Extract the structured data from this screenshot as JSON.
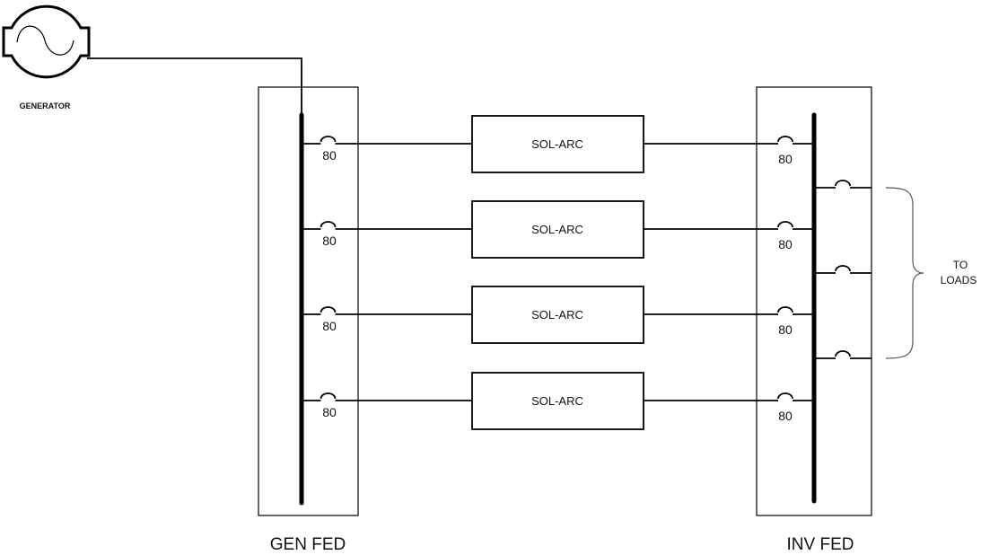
{
  "diagram": {
    "generator": {
      "label": "GENERATOR",
      "icon": "ac-generator-icon"
    },
    "panels": [
      {
        "id": "gen",
        "label": "GEN FED"
      },
      {
        "id": "inv",
        "label": "INV FED"
      }
    ],
    "branches": [
      {
        "device": "SOL-ARC",
        "gen_breaker": "80",
        "inv_breaker": "80"
      },
      {
        "device": "SOL-ARC",
        "gen_breaker": "80",
        "inv_breaker": "80"
      },
      {
        "device": "SOL-ARC",
        "gen_breaker": "80",
        "inv_breaker": "80"
      },
      {
        "device": "SOL-ARC",
        "gen_breaker": "80",
        "inv_breaker": "80"
      }
    ],
    "load_circuits": 3,
    "loads_label_line1": "TO",
    "loads_label_line2": "LOADS"
  }
}
